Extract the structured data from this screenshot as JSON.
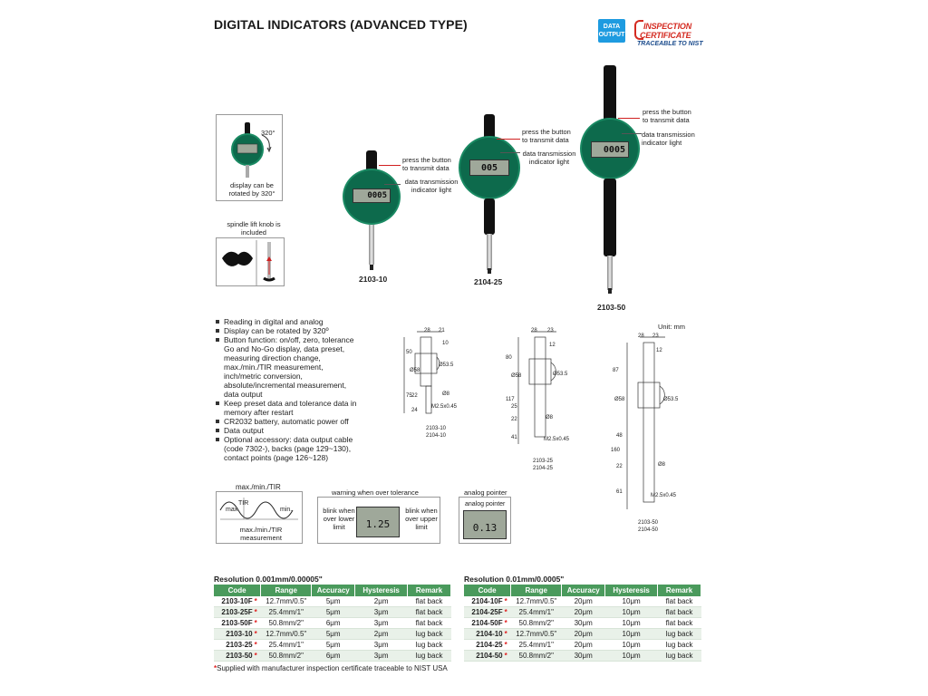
{
  "page": {
    "title": "DIGITAL INDICATORS (ADVANCED TYPE)"
  },
  "badges": {
    "data_output": "DATA OUTPUT",
    "cert_line1": "INSPECTION",
    "cert_line2": "CERTIFICATE",
    "cert_line3": "TRACEABLE TO NIST"
  },
  "rotation": {
    "angle": "320°",
    "caption": "display can be rotated by 320°"
  },
  "spindle": {
    "caption": "spindle lift knob is included"
  },
  "callouts": {
    "press_button": "press the button to transmit data",
    "tx_light": "data transmission indicator light"
  },
  "models": {
    "m1": "2103-10",
    "m2": "2104-25",
    "m3": "2103-50"
  },
  "lcd": {
    "m1": "0005",
    "m2": "005",
    "m3": "0005",
    "warn": "1.25",
    "analog": "0.13"
  },
  "features": [
    "Reading in digital and analog",
    "Display can be rotated by 320º",
    "Button function: on/off, zero, tolerance Go and No-Go display, data preset, measuring direction change, max./min./TIR measurement, inch/metric conversion, absolute/incremental measurement, data output",
    "Keep preset data and tolerance data in memory after restart",
    "CR2032 battery, automatic power off",
    "Data output",
    "Optional accessory: data output cable (code 7302-), backs (page 129~130), contact points (page 126~128)"
  ],
  "drawings": {
    "unit": "Unit: mm",
    "d1": {
      "dims": [
        "28",
        "21",
        "10",
        "50",
        "Ø58",
        "Ø53.5",
        "75",
        "22",
        "24",
        "Ø8",
        "M2.5x0.45"
      ],
      "label1": "2103-10",
      "label2": "2104-10"
    },
    "d2": {
      "dims": [
        "28",
        "23",
        "12",
        "80",
        "Ø58",
        "Ø53.5",
        "117",
        "25",
        "22",
        "41",
        "Ø8",
        "M2.5x0.45"
      ],
      "label1": "2103-25",
      "label2": "2104-25"
    },
    "d3": {
      "dims": [
        "28",
        "23",
        "12",
        "87",
        "Ø58",
        "Ø53.5",
        "160",
        "48",
        "22",
        "61",
        "Ø8",
        "M2.5x0.45"
      ],
      "label1": "2103-50",
      "label2": "2104-50"
    }
  },
  "mmtir": {
    "title": "max./min./TIR",
    "max": "max",
    "tir": "TIR",
    "min": "min.",
    "caption": "max./min./TIR measurement"
  },
  "warning": {
    "title": "warning when over tolerance",
    "left": "blink when over lower limit",
    "right": "blink when over upper limit"
  },
  "analog": {
    "title": "analog pointer",
    "inner": "analog pointer"
  },
  "table1": {
    "title": "Resolution 0.001mm/0.00005\"",
    "headers": [
      "Code",
      "Range",
      "Accuracy",
      "Hysteresis",
      "Remark"
    ],
    "rows": [
      [
        "2103-10F",
        "12.7mm/0.5\"",
        "5μm",
        "2μm",
        "flat back"
      ],
      [
        "2103-25F",
        "25.4mm/1\"",
        "5μm",
        "3μm",
        "flat back"
      ],
      [
        "2103-50F",
        "50.8mm/2\"",
        "6μm",
        "3μm",
        "flat back"
      ],
      [
        "2103-10",
        "12.7mm/0.5\"",
        "5μm",
        "2μm",
        "lug back"
      ],
      [
        "2103-25",
        "25.4mm/1\"",
        "5μm",
        "3μm",
        "lug back"
      ],
      [
        "2103-50",
        "50.8mm/2\"",
        "6μm",
        "3μm",
        "lug back"
      ]
    ]
  },
  "table2": {
    "title": "Resolution 0.01mm/0.0005\"",
    "headers": [
      "Code",
      "Range",
      "Accuracy",
      "Hysteresis",
      "Remark"
    ],
    "rows": [
      [
        "2104-10F",
        "12.7mm/0.5\"",
        "20μm",
        "10μm",
        "flat back"
      ],
      [
        "2104-25F",
        "25.4mm/1\"",
        "20μm",
        "10μm",
        "flat back"
      ],
      [
        "2104-50F",
        "50.8mm/2\"",
        "30μm",
        "10μm",
        "flat back"
      ],
      [
        "2104-10",
        "12.7mm/0.5\"",
        "20μm",
        "10μm",
        "lug back"
      ],
      [
        "2104-25",
        "25.4mm/1\"",
        "20μm",
        "10μm",
        "lug back"
      ],
      [
        "2104-50",
        "50.8mm/2\"",
        "30μm",
        "10μm",
        "lug back"
      ]
    ]
  },
  "footnote": "Supplied with manufacturer inspection certificate traceable to NIST USA",
  "star": "*"
}
